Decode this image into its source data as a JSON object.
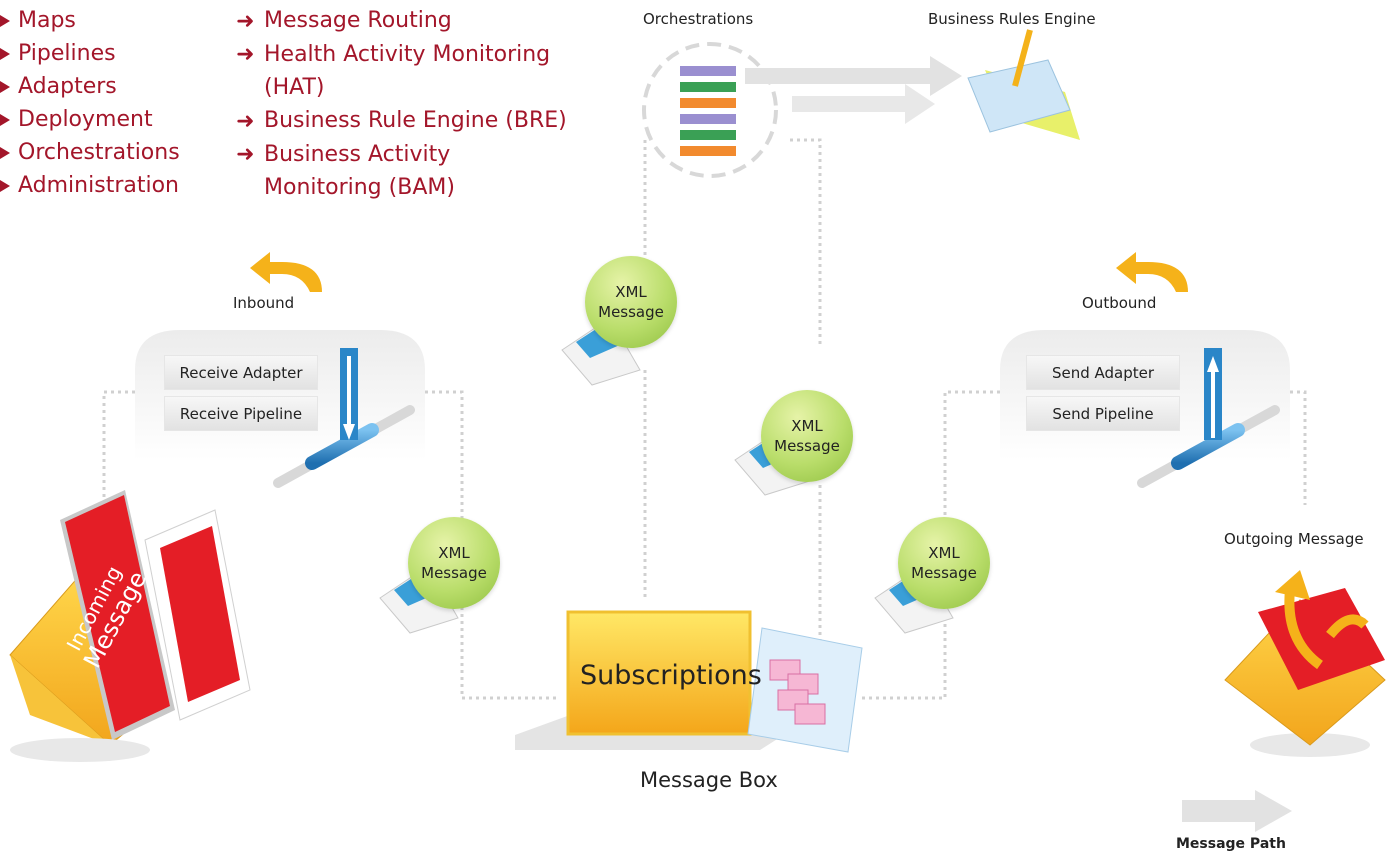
{
  "left_list": [
    "Maps",
    "Pipelines",
    "Adapters",
    "Deployment",
    "Orchestrations",
    "Administration"
  ],
  "right_list": [
    "Message Routing",
    "Health Activity Monitoring",
    "(HAT)",
    "Business Rule Engine (BRE)",
    "Business Activity",
    "Monitoring (BAM)"
  ],
  "labels": {
    "orchestrations": "Orchestrations",
    "business_rules_engine": "Business Rules Engine",
    "inbound": "Inbound",
    "outbound": "Outbound",
    "outgoing_message": "Outgoing Message",
    "message_box": "Message Box",
    "message_path": "Message Path",
    "subscriptions": "Subscriptions",
    "incoming_1": "Incoming",
    "incoming_2": "Message"
  },
  "buttons": {
    "receive_adapter": "Receive Adapter",
    "receive_pipeline": "Receive Pipeline",
    "send_adapter": "Send Adapter",
    "send_pipeline": "Send Pipeline"
  },
  "xml_bubble": {
    "line1": "XML",
    "line2": "Message"
  },
  "colors": {
    "accent_red": "#a3162a",
    "bubble_green": "#b9dd6a",
    "pipe_blue": "#2a86c8",
    "folder_yellow": "#f5b21a"
  }
}
